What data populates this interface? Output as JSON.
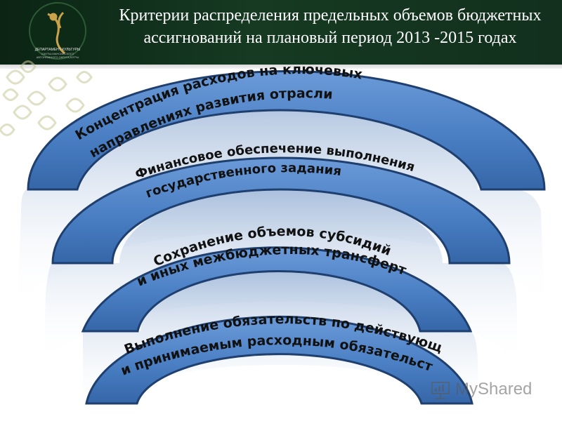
{
  "slide": {
    "title_line1": "Критерии распределения предельных объемов бюджетных",
    "title_line2": "ассигнований на плановый период 2013 -2015 годах",
    "logo_text_line1": "ДЕПАРТАМЕНТ КУЛЬТУРЫ",
    "logo_text_line2": "ХАНТЫ-МАНСИЙСКОГО",
    "logo_text_line3": "АВТОНОМНОГО ОКРУГА-ЮГРЫ",
    "logo_icon": "stylized-figure-logo",
    "watermark_text": "MyShared",
    "watermark_icon": "presentation-board-icon"
  },
  "diagram": {
    "arcs": [
      {
        "line1": "Концентрация расходов на ключевых",
        "line2": "направлениях развития отрасли"
      },
      {
        "line1": "Финансовое обеспечение выполнения",
        "line2": "государственного задания"
      },
      {
        "line1": "Сохранение объемов субсидий",
        "line2": "и иных межбюджетных трансфертов"
      },
      {
        "line1": "Выполнение обязательств по действующим",
        "line2": "и принимаемым расходным обязательствам"
      }
    ],
    "colors": {
      "arc_fill": "#4a7fc4",
      "arc_edge": "#1f3f6e",
      "header_bg": "#163a22"
    }
  }
}
